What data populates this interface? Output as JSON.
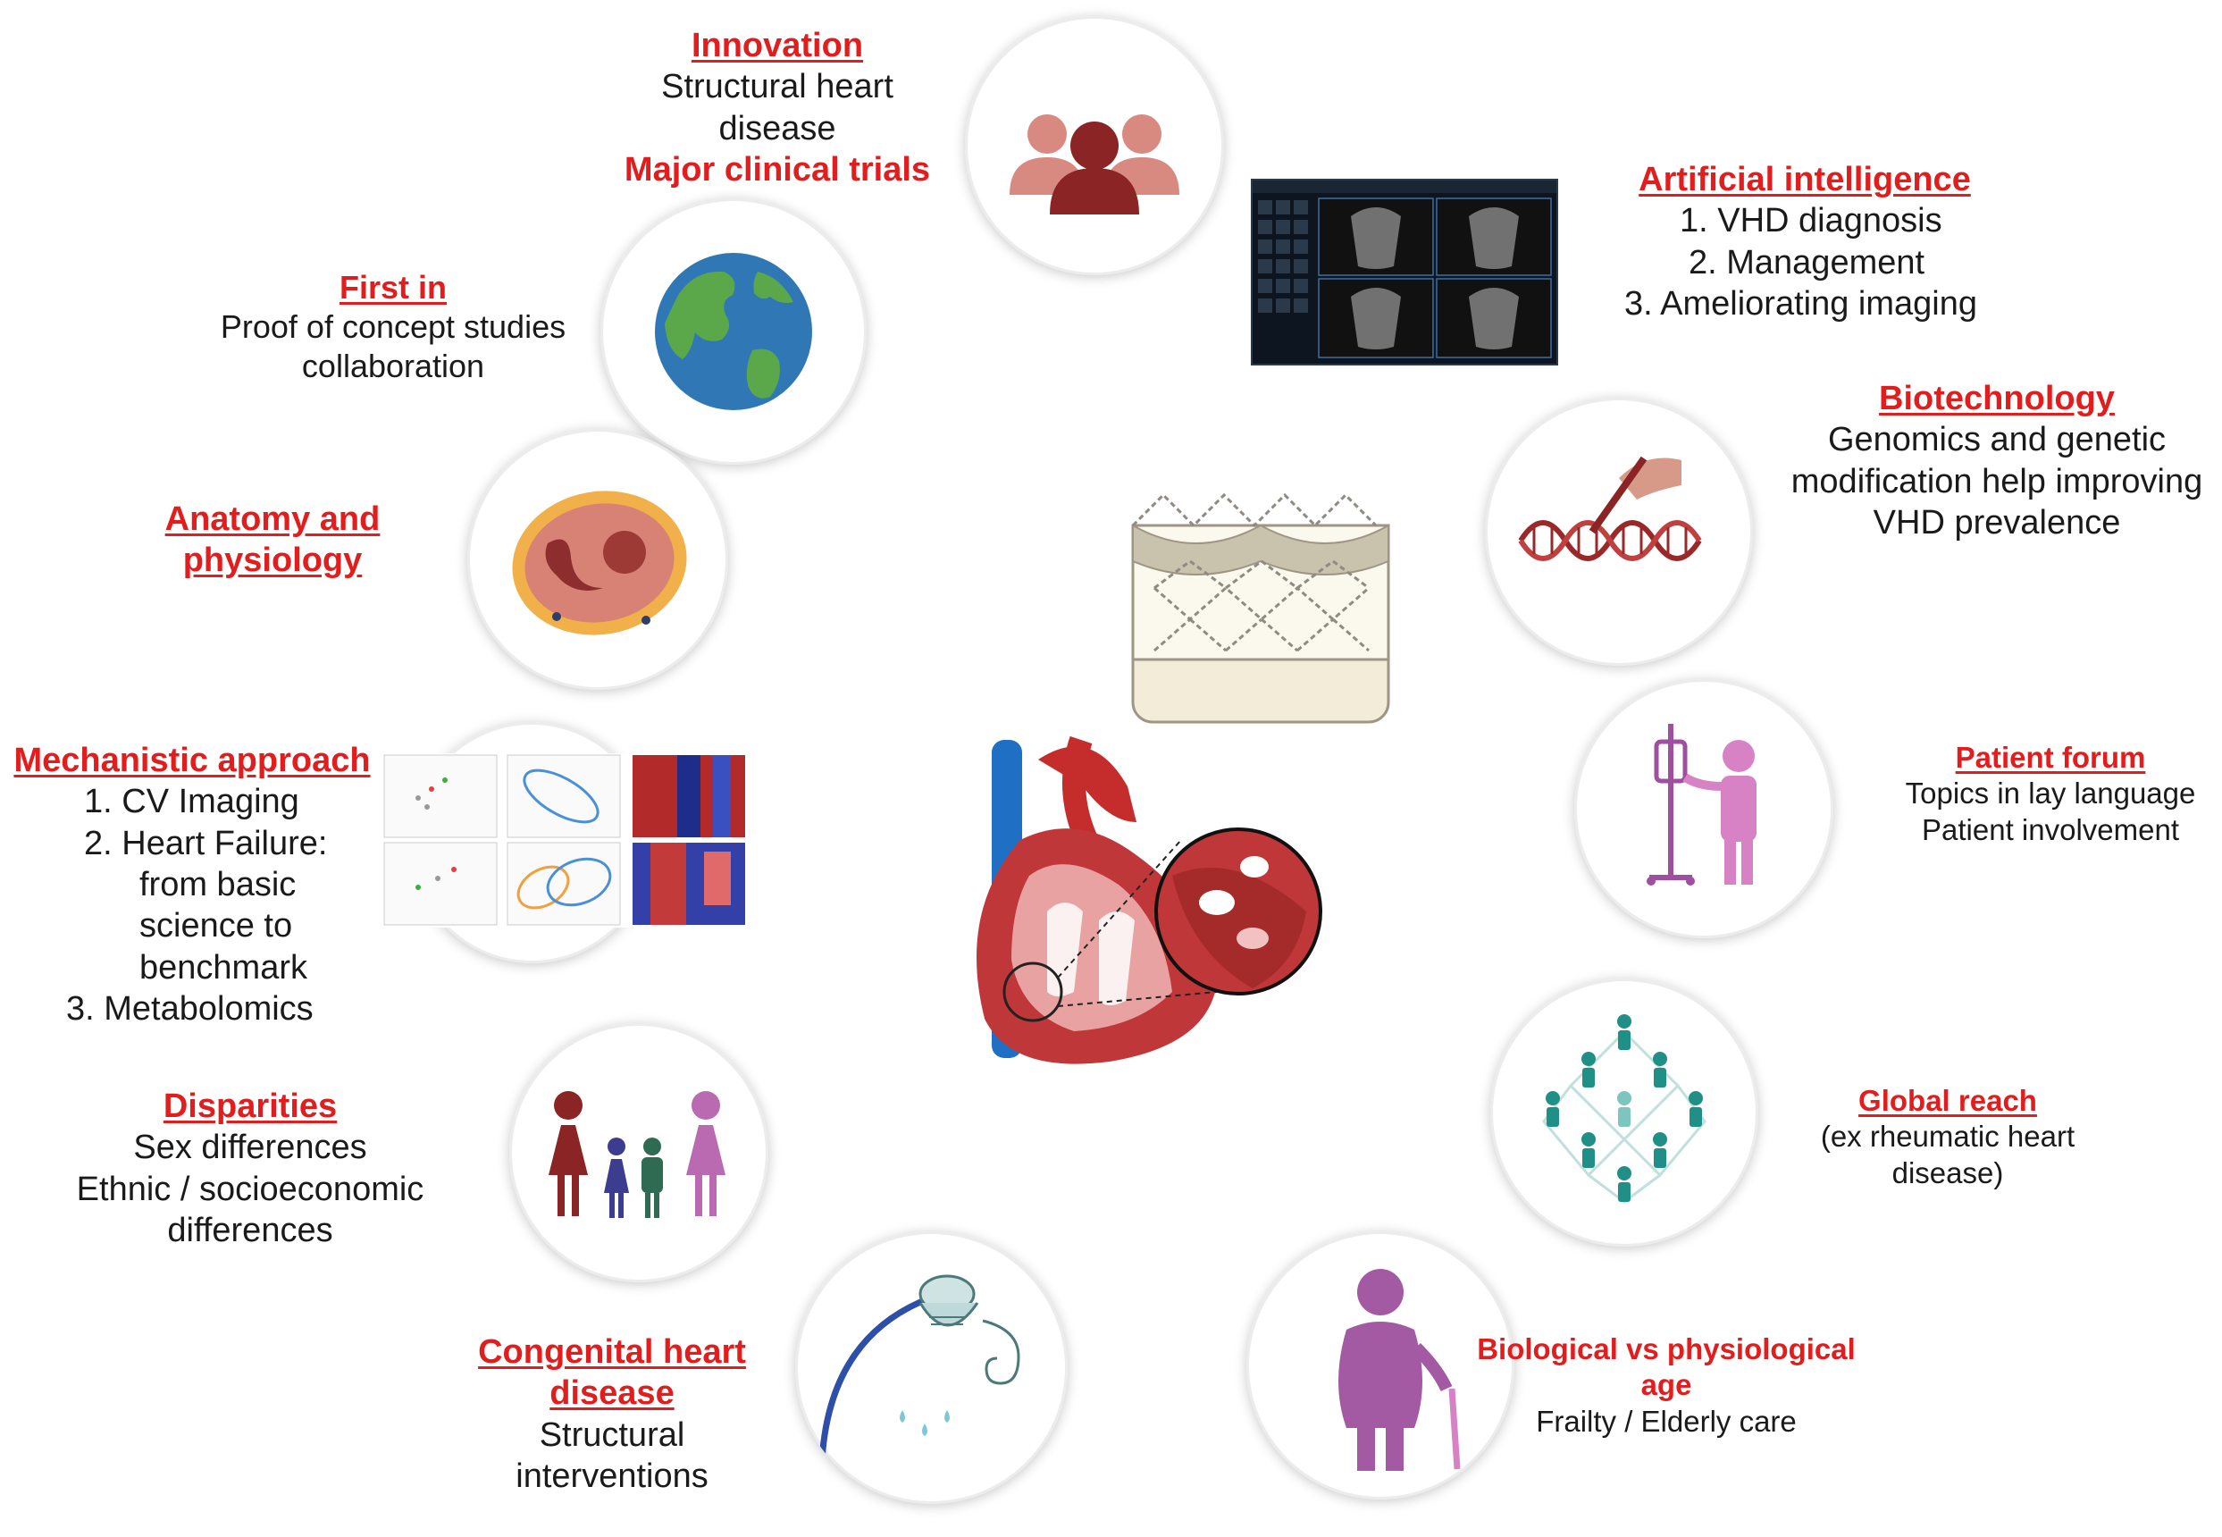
{
  "colors": {
    "accent_red": "#e21d1d",
    "maroon": "#8b2424",
    "teal": "#1f8f87",
    "purple": "#a35aa3",
    "pink": "#d882c6"
  },
  "innovation": {
    "title": "Innovation",
    "body": "Structural heart disease",
    "sub": "Major clinical trials",
    "icon": "people-group-icon"
  },
  "first_in": {
    "title": "First in",
    "body1": "Proof of concept studies",
    "body2": "collaboration",
    "icon": "globe-icon"
  },
  "anatomy": {
    "title1": "Anatomy and",
    "title2": "physiology",
    "icon": "heart-tissue-cross-section-icon"
  },
  "mechanistic": {
    "title": "Mechanistic approach",
    "items": [
      "1.  CV Imaging",
      "2.  Heart Failure:",
      "from basic",
      "science to",
      "benchmark",
      "3.  Metabolomics"
    ],
    "icon": "omics-plots-icon"
  },
  "disparities": {
    "title": "Disparities",
    "body1": "Sex differences",
    "body2": "Ethnic / socioeconomic",
    "body3": "differences",
    "icon": "family-icon"
  },
  "congenital": {
    "title1": "Congenital heart",
    "title2": "disease",
    "body1": "Structural",
    "body2": "interventions",
    "icon": "catheter-device-icon"
  },
  "ai": {
    "title": "Artificial intelligence",
    "items": [
      "1.  VHD diagnosis",
      "2.  Management",
      "3.  Ameliorating imaging"
    ],
    "icon": "echo-imaging-icon"
  },
  "biotech": {
    "title": "Biotechnology",
    "body1": "Genomics and genetic",
    "body2": "modification help improving",
    "body3": "VHD prevalence",
    "icon": "dna-editing-icon"
  },
  "patient_forum": {
    "title": "Patient forum",
    "body1": "Topics in lay language",
    "body2": "Patient involvement",
    "icon": "patient-iv-icon"
  },
  "global_reach": {
    "title": "Global reach",
    "body1": "(ex rheumatic heart",
    "body2": "disease)",
    "icon": "population-network-icon"
  },
  "bio_age": {
    "title1": "Biological vs physiological",
    "title2": "age",
    "body": "Frailty / Elderly care",
    "icon": "elderly-person-icon"
  },
  "center": {
    "valve_icon": "transcatheter-valve-icon",
    "heart_icon": "heart-anatomy-icon"
  }
}
